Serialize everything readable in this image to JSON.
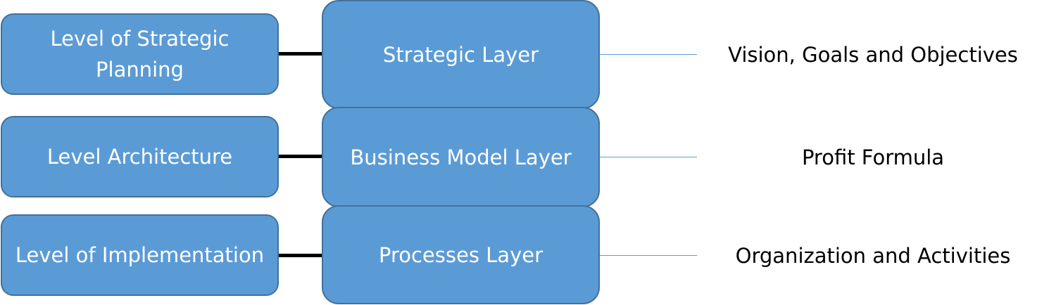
{
  "levels": [
    {
      "label": "Level of Strategic Planning"
    },
    {
      "label": "Level Architecture"
    },
    {
      "label": "Level of Implementation"
    }
  ],
  "layers": [
    {
      "label": "Strategic Layer"
    },
    {
      "label": "Business Model Layer"
    },
    {
      "label": "Processes Layer"
    }
  ],
  "outcomes": [
    {
      "label": "Vision, Goals and Objectives"
    },
    {
      "label": "Profit Formula"
    },
    {
      "label": "Organization and Activities"
    }
  ],
  "colors": {
    "box_fill": "#5b9bd5",
    "box_border": "#41719c",
    "box_text": "#ffffff",
    "connector": "#000000",
    "leader_line": "#5b9bd5",
    "outcome_text": "#000000"
  }
}
